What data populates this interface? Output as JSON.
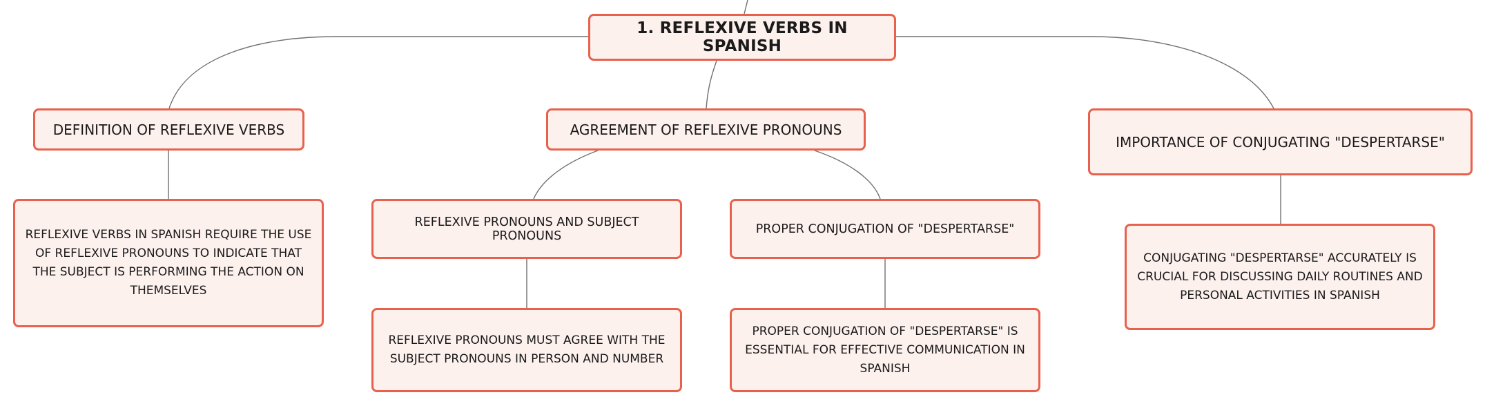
{
  "root": {
    "title": "1. REFLEXIVE VERBS IN SPANISH"
  },
  "branches": {
    "definition": {
      "label": "DEFINITION OF REFLEXIVE VERBS",
      "detail": "REFLEXIVE VERBS IN SPANISH REQUIRE THE USE OF REFLEXIVE PRONOUNS TO INDICATE THAT THE SUBJECT IS PERFORMING THE ACTION ON THEMSELVES"
    },
    "agreement": {
      "label": "AGREEMENT OF REFLEXIVE PRONOUNS",
      "children": {
        "pronouns": {
          "label": "REFLEXIVE PRONOUNS AND SUBJECT PRONOUNS",
          "detail": "REFLEXIVE PRONOUNS MUST AGREE WITH THE SUBJECT PRONOUNS IN PERSON AND NUMBER"
        },
        "conjugation": {
          "label": "PROPER CONJUGATION OF \"DESPERTARSE\"",
          "detail": "PROPER CONJUGATION OF \"DESPERTARSE\" IS ESSENTIAL FOR EFFECTIVE COMMUNICATION IN SPANISH"
        }
      }
    },
    "importance": {
      "label": "IMPORTANCE OF CONJUGATING \"DESPERTARSE\"",
      "detail": "CONJUGATING \"DESPERTARSE\" ACCURATELY IS CRUCIAL FOR DISCUSSING DAILY ROUTINES AND PERSONAL ACTIVITIES IN SPANISH"
    }
  },
  "colors": {
    "node_border": "#e8614c",
    "node_fill": "#fdf1ee",
    "connector": "#707070",
    "text": "#1a1a1a"
  }
}
